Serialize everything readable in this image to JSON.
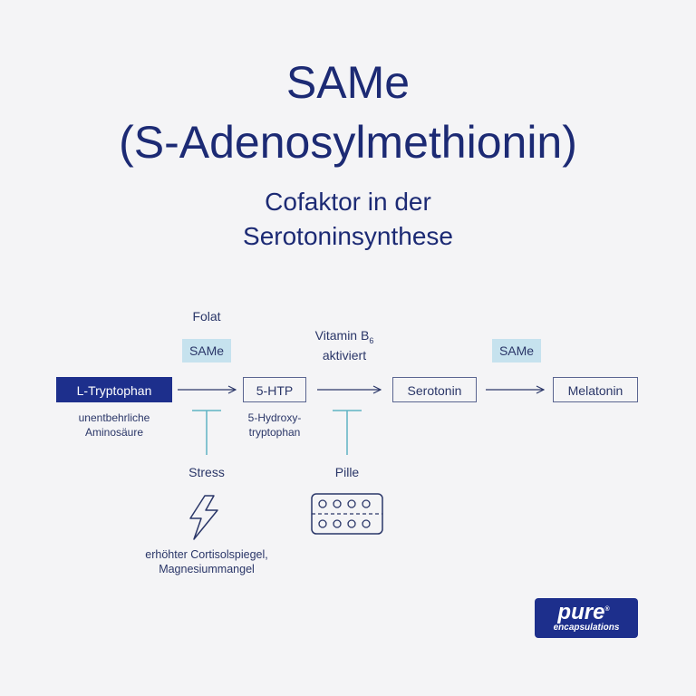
{
  "header": {
    "title_line1": "SAMe",
    "title_line2": "(S-Adenosylmethionin)",
    "subtitle_line1": "Cofaktor in der",
    "subtitle_line2": "Serotoninsynthese"
  },
  "diagram": {
    "nodes": {
      "tryptophan": "L-Tryptophan",
      "htp": "5-HTP",
      "serotonin": "Serotonin",
      "melatonin": "Melatonin"
    },
    "cofactors": {
      "folat": "Folat",
      "same_1": "SAMe",
      "vitamin_b6": "Vitamin B",
      "vitamin_b6_sub": "6",
      "vitamin_b6_line2": "aktiviert",
      "same_2": "SAMe"
    },
    "notes": {
      "tryptophan_line1": "unentbehrliche",
      "tryptophan_line2": "Aminosäure",
      "htp_line1": "5-Hydroxy-",
      "htp_line2": "tryptophan"
    },
    "inhibitors": {
      "stress": "Stress",
      "stress_note_line1": "erhöhter Cortisolspiegel,",
      "stress_note_line2": "Magnesiummangel",
      "pill": "Pille"
    },
    "icons": [
      "lightning-icon",
      "pill-blister-icon"
    ],
    "colors": {
      "primary": "#1d2f8c",
      "accent_box": "#c6e2ee",
      "inhibitor_line": "#5fb3c4"
    }
  },
  "logo": {
    "line1": "pure",
    "line2": "encapsulations",
    "mark": "®"
  }
}
